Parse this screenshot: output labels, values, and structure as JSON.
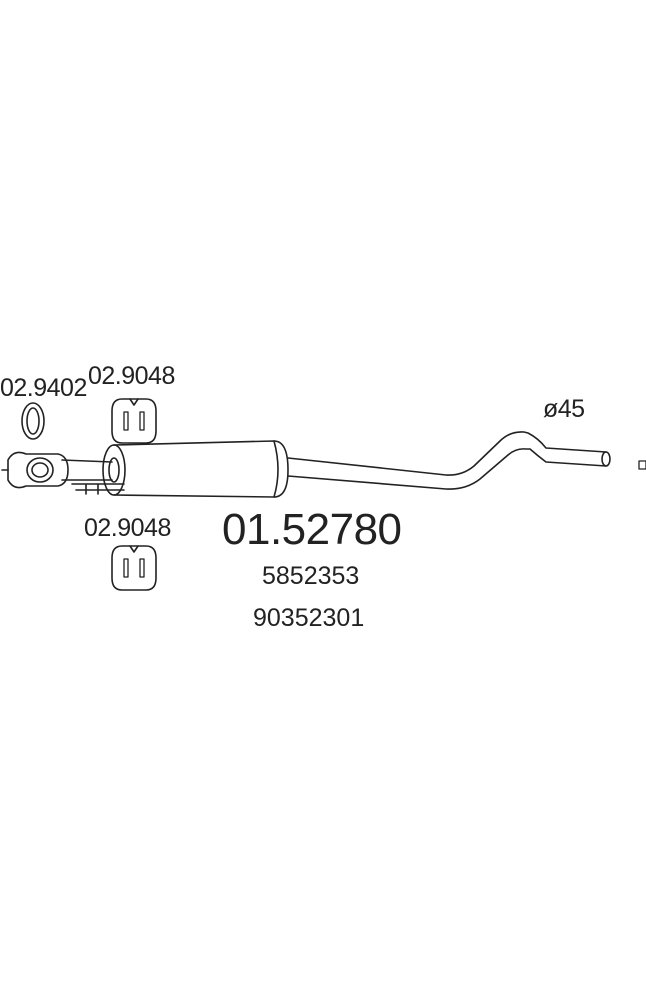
{
  "labels": {
    "clamp_ring": "02.9402",
    "hanger_top": "02.9048",
    "hanger_bottom": "02.9048",
    "pipe_diameter": "ø45",
    "part_number": "01.52780",
    "oe_number_1": "5852353",
    "oe_number_2": "90352301"
  },
  "colors": {
    "line": "#222222",
    "background": "#ffffff"
  }
}
